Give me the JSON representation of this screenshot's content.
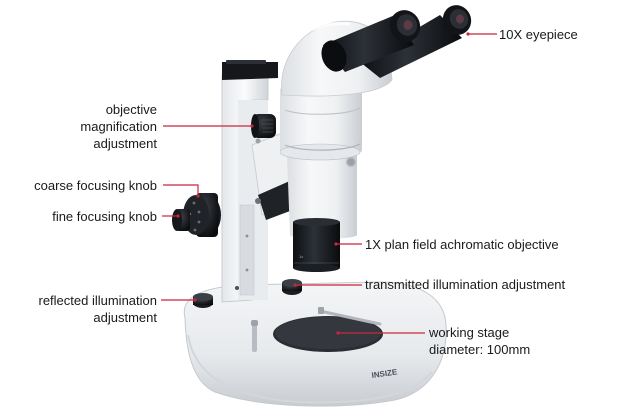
{
  "diagram": {
    "subject": "stereo zoom microscope",
    "brand_mark": "INSIZE",
    "leader_color": "#c8283c",
    "labels": {
      "eyepiece": {
        "lines": [
          "10X eyepiece"
        ]
      },
      "objective_magnification": {
        "lines": [
          "objective",
          "magnification",
          "adjustment"
        ]
      },
      "coarse_focus": {
        "lines": [
          "coarse focusing knob"
        ]
      },
      "fine_focus": {
        "lines": [
          "fine focusing knob"
        ]
      },
      "objective": {
        "lines": [
          "1X plan field achromatic objective"
        ]
      },
      "transmitted_illumination": {
        "lines": [
          "transmitted illumination adjustment"
        ]
      },
      "reflected_illumination": {
        "lines": [
          "reflected illumination",
          "adjustment"
        ]
      },
      "working_stage": {
        "lines": [
          "working stage",
          "diameter: 100mm"
        ]
      }
    }
  }
}
